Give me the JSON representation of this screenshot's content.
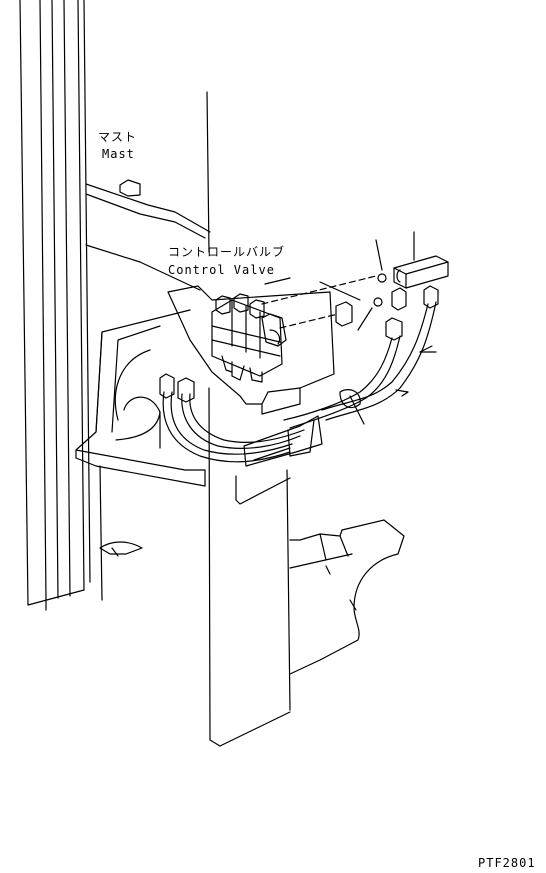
{
  "labels": {
    "mast_jp": "マスト",
    "mast_en": "Mast",
    "control_valve_jp": "コントロールバルブ",
    "control_valve_en": "Control Valve",
    "drawing_code": "PTF2801"
  },
  "icons": {
    "mast": "mast-icon",
    "control_valve": "control-valve-icon",
    "hydraulic_hose": "hydraulic-hose-icon",
    "fitting": "hose-fitting-icon"
  }
}
